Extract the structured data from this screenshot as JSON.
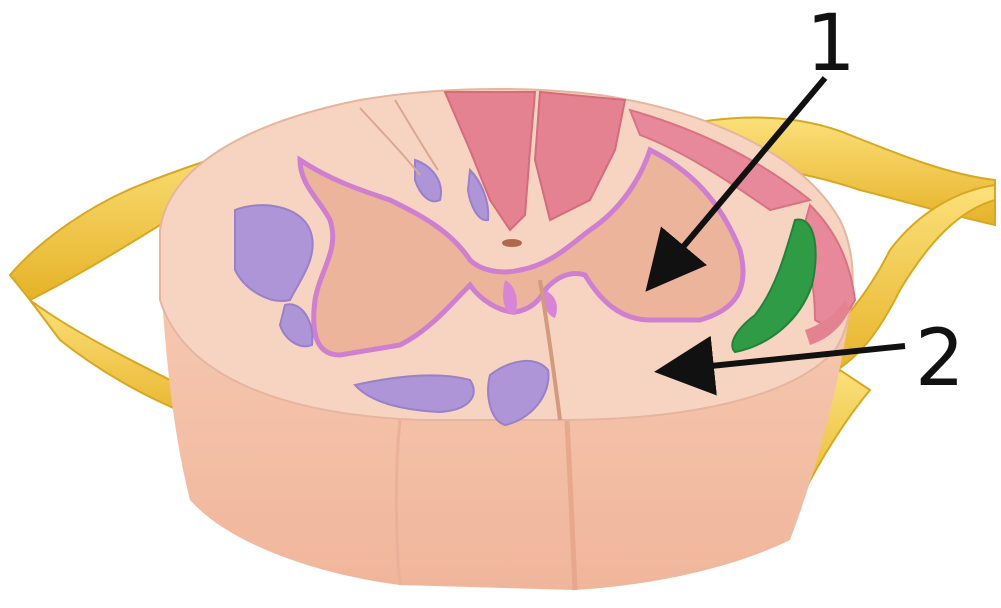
{
  "labels": [
    {
      "id": "1",
      "text": "1",
      "points_to": "gray-matter"
    },
    {
      "id": "2",
      "text": "2",
      "points_to": "white-matter"
    }
  ],
  "colors": {
    "nerve": "#f4c73b",
    "nerve_dark": "#d9a822",
    "white_matter_top": "#f6d2c0",
    "white_matter_side": "#f3c0a7",
    "gray_matter": "#e9b49c",
    "gray_outline": "#cf7fcf",
    "dorsal_tract": "#e0707e",
    "lateral_tract": "#e7899a",
    "motor_tract": "#ab93d6",
    "green_tract": "#2e9a44",
    "arrow": "#111111"
  }
}
